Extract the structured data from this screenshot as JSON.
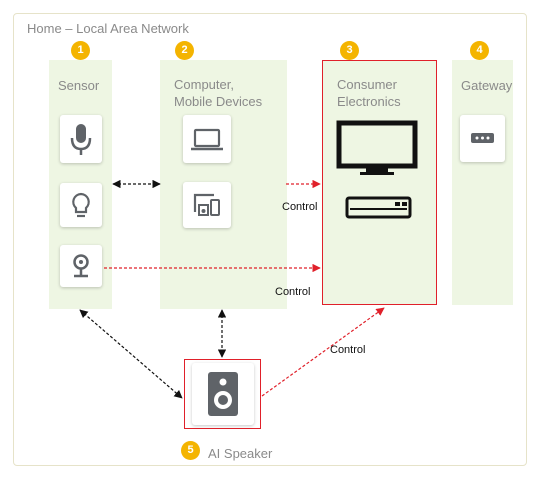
{
  "frame": {
    "title": "Home – Local Area Network"
  },
  "groups": [
    {
      "number": "1",
      "title": "Sensor",
      "devices": [
        "microphone-icon",
        "lightbulb-icon",
        "camera-icon"
      ]
    },
    {
      "number": "2",
      "title_lines": [
        "Computer,",
        "Mobile Devices"
      ],
      "devices": [
        "laptop-icon",
        "devices-icon"
      ]
    },
    {
      "number": "3",
      "title_lines": [
        "Consumer",
        "Electronics"
      ],
      "devices": [
        "tv-icon",
        "air-conditioner-icon"
      ]
    },
    {
      "number": "4",
      "title": "Gateway",
      "devices": [
        "router-icon"
      ]
    },
    {
      "number": "5",
      "title": "AI Speaker",
      "devices": [
        "speaker-icon"
      ]
    }
  ],
  "edges": [
    {
      "from": "sensor-lightbulb",
      "to": "computer-devices",
      "style": "black-dashed-bidirectional"
    },
    {
      "from": "computer-devices",
      "to": "consumer-electronics",
      "label": "Control",
      "style": "red-dashed"
    },
    {
      "from": "sensor-camera",
      "to": "consumer-electronics",
      "label": "Control",
      "style": "red-dashed"
    },
    {
      "from": "ai-speaker",
      "to": "consumer-electronics",
      "label": "Control",
      "style": "red-dashed"
    },
    {
      "from": "sensor",
      "to": "ai-speaker",
      "style": "black-dashed-bidirectional"
    },
    {
      "from": "computer",
      "to": "ai-speaker",
      "style": "black-dashed-bidirectional"
    }
  ],
  "colors": {
    "panel": "#eef6e3",
    "badge": "#f4b400",
    "highlight": "#e0202a",
    "icon": "#5f6368"
  }
}
